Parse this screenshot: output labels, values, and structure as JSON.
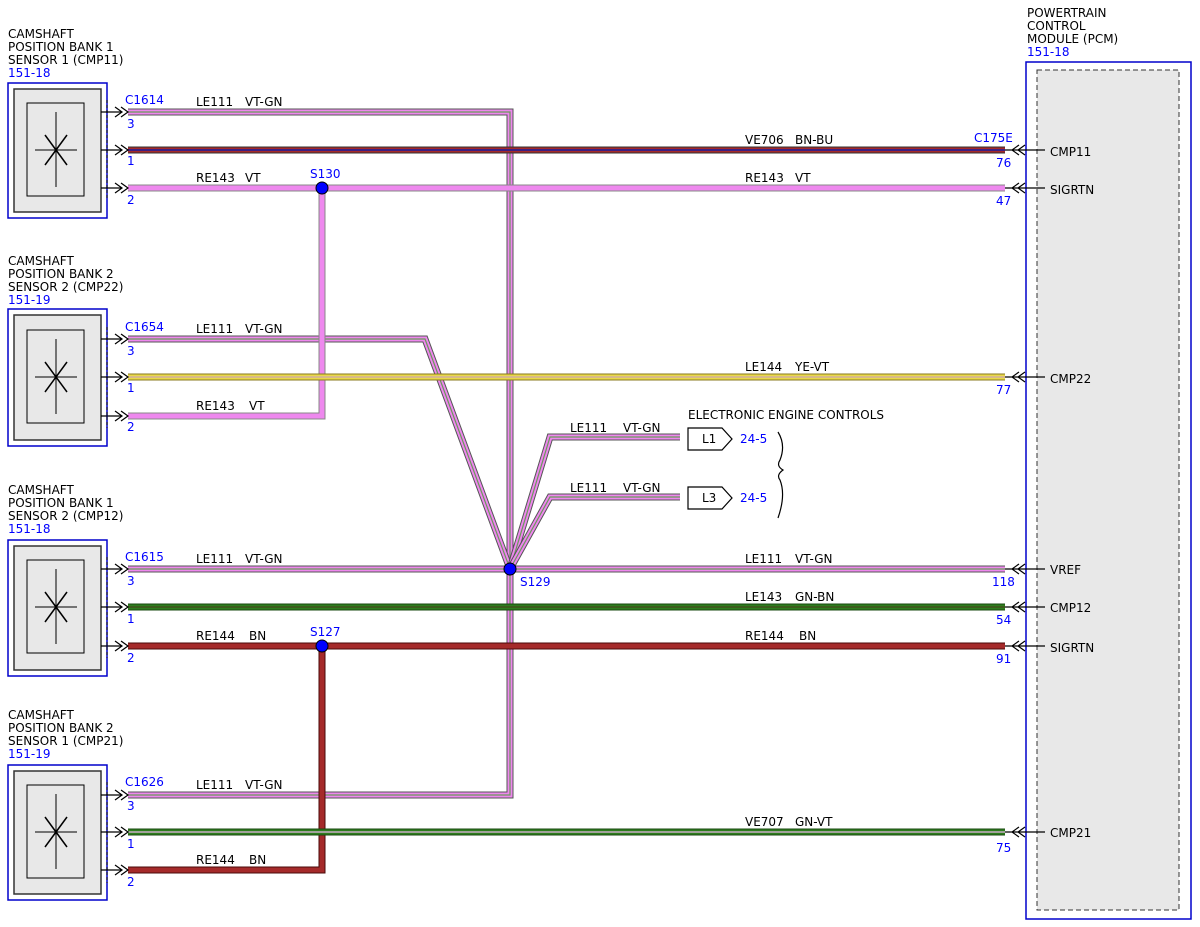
{
  "components": {
    "cmp11": {
      "line1": "CAMSHAFT",
      "line2": "POSITION BANK 1",
      "line3": "SENSOR 1 (CMP11)",
      "ref": "151-18",
      "connector": "C1614"
    },
    "cmp22": {
      "line1": "CAMSHAFT",
      "line2": "POSITION BANK 2",
      "line3": "SENSOR 2 (CMP22)",
      "ref": "151-19",
      "connector": "C1654"
    },
    "cmp12": {
      "line1": "CAMSHAFT",
      "line2": "POSITION BANK 1",
      "line3": "SENSOR 2 (CMP12)",
      "ref": "151-18",
      "connector": "C1615"
    },
    "cmp21": {
      "line1": "CAMSHAFT",
      "line2": "POSITION BANK 2",
      "line3": "SENSOR 1 (CMP21)",
      "ref": "151-19",
      "connector": "C1626"
    },
    "pcm": {
      "line1": "POWERTRAIN",
      "line2": "CONTROL",
      "line3": "MODULE (PCM)",
      "ref": "151-18",
      "connector": "C175E"
    }
  },
  "sensor_pins": {
    "p3": "3",
    "p1": "1",
    "p2": "2"
  },
  "pcm_pins": {
    "cmp11": {
      "num": "76",
      "label": "CMP11"
    },
    "sigrtn1": {
      "num": "47",
      "label": "SIGRTN"
    },
    "cmp22": {
      "num": "77",
      "label": "CMP22"
    },
    "vref": {
      "num": "118",
      "label": "VREF"
    },
    "cmp12": {
      "num": "54",
      "label": "CMP12"
    },
    "sigrtn2": {
      "num": "91",
      "label": "SIGRTN"
    },
    "cmp21": {
      "num": "75",
      "label": "CMP21"
    }
  },
  "wires": {
    "le111": {
      "circuit": "LE111",
      "color": "VT-GN"
    },
    "ve706": {
      "circuit": "VE706",
      "color": "BN-BU"
    },
    "re143": {
      "circuit": "RE143",
      "color": "VT"
    },
    "le144": {
      "circuit": "LE144",
      "color": "YE-VT"
    },
    "le143": {
      "circuit": "LE143",
      "color": "GN-BN"
    },
    "re144": {
      "circuit": "RE144",
      "color": "BN"
    },
    "ve707": {
      "circuit": "VE707",
      "color": "GN-VT"
    }
  },
  "splices": {
    "s130": "S130",
    "s129": "S129",
    "s127": "S127"
  },
  "offpage": {
    "title": "ELECTRONIC ENGINE CONTROLS",
    "l1": {
      "label": "L1",
      "ref": "24-5"
    },
    "l3": {
      "label": "L3",
      "ref": "24-5"
    }
  },
  "wire_colors": {
    "vt": "#ee88ee",
    "gn": "#2e7d1e",
    "bn": "#a52a2a",
    "bu": "#1a1aa0",
    "ye": "#e8d84a",
    "dark_bn": "#8b1a1a"
  }
}
